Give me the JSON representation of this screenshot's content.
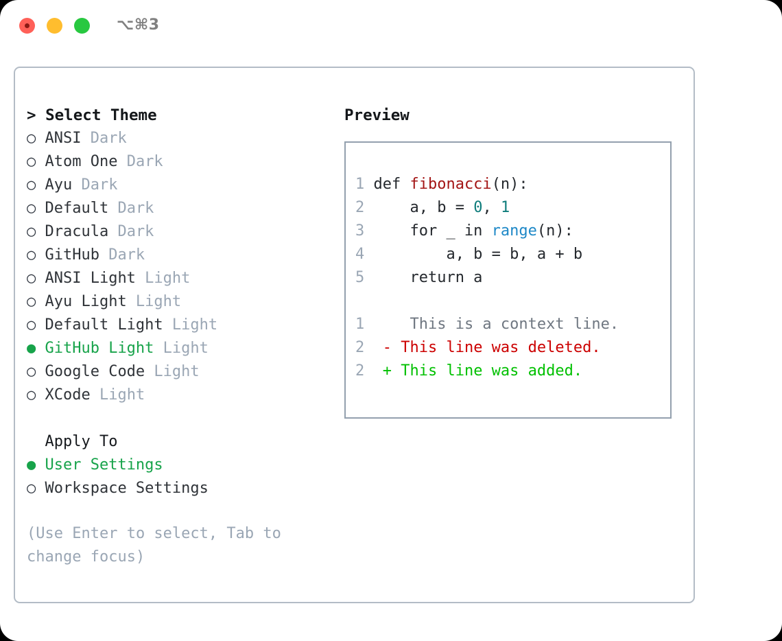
{
  "window": {
    "shortcut": "⌥⌘3",
    "traffic_lights": [
      {
        "name": "close",
        "color": "#ff6058"
      },
      {
        "name": "minimize",
        "color": "#ffbd2e"
      },
      {
        "name": "zoom",
        "color": "#28c840"
      }
    ]
  },
  "colors": {
    "accent_green": "#17a34a",
    "muted": "#9aa6b4",
    "text": "#2f3338",
    "panel_border": "#b3bcc6",
    "code_border": "#93a0ae",
    "diff_add": "#00c000",
    "diff_del": "#cc0000",
    "diff_context": "#6f7781",
    "token_function": "#a31515",
    "token_number": "#0e7c7b",
    "token_builtin": "#1e88c7"
  },
  "theme_list": {
    "header": "> Select Theme",
    "options": [
      {
        "marker": "○",
        "name": "ANSI",
        "tag": "Dark",
        "selected": false
      },
      {
        "marker": "○",
        "name": "Atom One",
        "tag": "Dark",
        "selected": false
      },
      {
        "marker": "○",
        "name": "Ayu",
        "tag": "Dark",
        "selected": false
      },
      {
        "marker": "○",
        "name": "Default",
        "tag": "Dark",
        "selected": false
      },
      {
        "marker": "○",
        "name": "Dracula",
        "tag": "Dark",
        "selected": false
      },
      {
        "marker": "○",
        "name": "GitHub",
        "tag": "Dark",
        "selected": false
      },
      {
        "marker": "○",
        "name": "ANSI Light",
        "tag": "Light",
        "selected": false
      },
      {
        "marker": "○",
        "name": "Ayu Light",
        "tag": "Light",
        "selected": false
      },
      {
        "marker": "○",
        "name": "Default Light",
        "tag": "Light",
        "selected": false
      },
      {
        "marker": "●",
        "name": "GitHub Light",
        "tag": "Light",
        "selected": true
      },
      {
        "marker": "○",
        "name": "Google Code",
        "tag": "Light",
        "selected": false
      },
      {
        "marker": "○",
        "name": "XCode",
        "tag": "Light",
        "selected": false
      }
    ]
  },
  "apply_to": {
    "header": "Apply To",
    "options": [
      {
        "marker": "●",
        "name": "User Settings",
        "selected": true
      },
      {
        "marker": "○",
        "name": "Workspace Settings",
        "selected": false
      }
    ]
  },
  "hint": "(Use Enter to select, Tab to change focus)",
  "preview": {
    "header": "Preview",
    "code_lines": [
      {
        "no": "1",
        "tokens": [
          {
            "t": "def ",
            "c": "plain"
          },
          {
            "t": "fibonacci",
            "c": "fn"
          },
          {
            "t": "(n):",
            "c": "plain"
          }
        ]
      },
      {
        "no": "2",
        "tokens": [
          {
            "t": "    a, b = ",
            "c": "plain"
          },
          {
            "t": "0",
            "c": "num"
          },
          {
            "t": ", ",
            "c": "plain"
          },
          {
            "t": "1",
            "c": "num"
          }
        ]
      },
      {
        "no": "3",
        "tokens": [
          {
            "t": "    for _ in ",
            "c": "plain"
          },
          {
            "t": "range",
            "c": "builtin"
          },
          {
            "t": "(n):",
            "c": "plain"
          }
        ]
      },
      {
        "no": "4",
        "tokens": [
          {
            "t": "        a, b = b, a + b",
            "c": "plain"
          }
        ]
      },
      {
        "no": "5",
        "tokens": [
          {
            "t": "    return a",
            "c": "plain"
          }
        ]
      }
    ],
    "diff_lines": [
      {
        "no": "1",
        "sign": " ",
        "text": "  This is a context line.",
        "kind": "context"
      },
      {
        "no": "2",
        "sign": "-",
        "text": " This line was deleted.",
        "kind": "del"
      },
      {
        "no": "2",
        "sign": "+",
        "text": " This line was added.",
        "kind": "add"
      }
    ]
  }
}
